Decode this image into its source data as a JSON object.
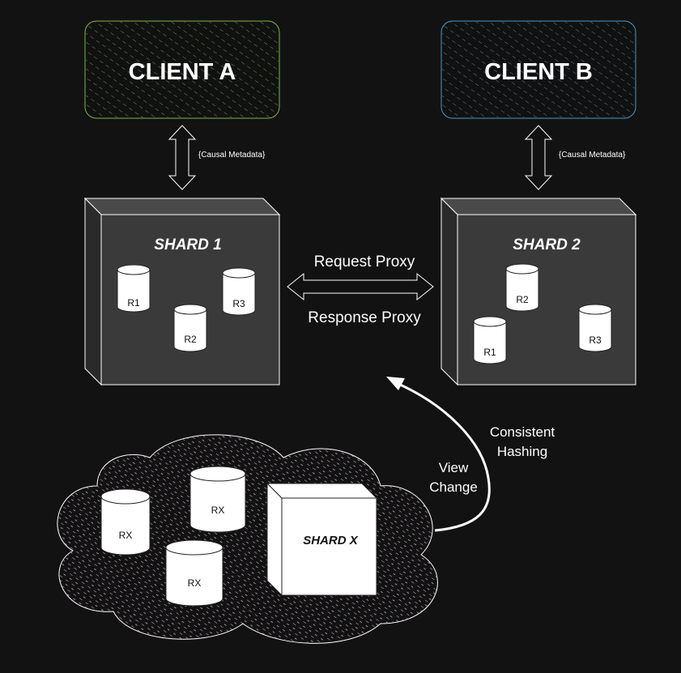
{
  "clients": {
    "a": {
      "label": "CLIENT A",
      "color": "#7fb24a"
    },
    "b": {
      "label": "CLIENT B",
      "color": "#4b97c8"
    }
  },
  "metadata_labels": {
    "a": "{Causal Metadata}",
    "b": "{Causal Metadata}"
  },
  "shards": {
    "one": {
      "label": "SHARD 1",
      "replicas": [
        "R1",
        "R2",
        "R3"
      ]
    },
    "two": {
      "label": "SHARD 2",
      "replicas": [
        "R2",
        "R1",
        "R3"
      ]
    },
    "x": {
      "label": "SHARD X",
      "replicas": [
        "RX",
        "RX",
        "RX"
      ]
    }
  },
  "proxy": {
    "request": "Request Proxy",
    "response": "Response Proxy"
  },
  "view_change": {
    "line1": "View",
    "line2": "Change"
  },
  "consistent_hashing": {
    "line1": "Consistent",
    "line2": "Hashing"
  },
  "colors": {
    "background": "#121212",
    "shard_fill": "#3a3a3a",
    "stroke": "#ffffff"
  }
}
